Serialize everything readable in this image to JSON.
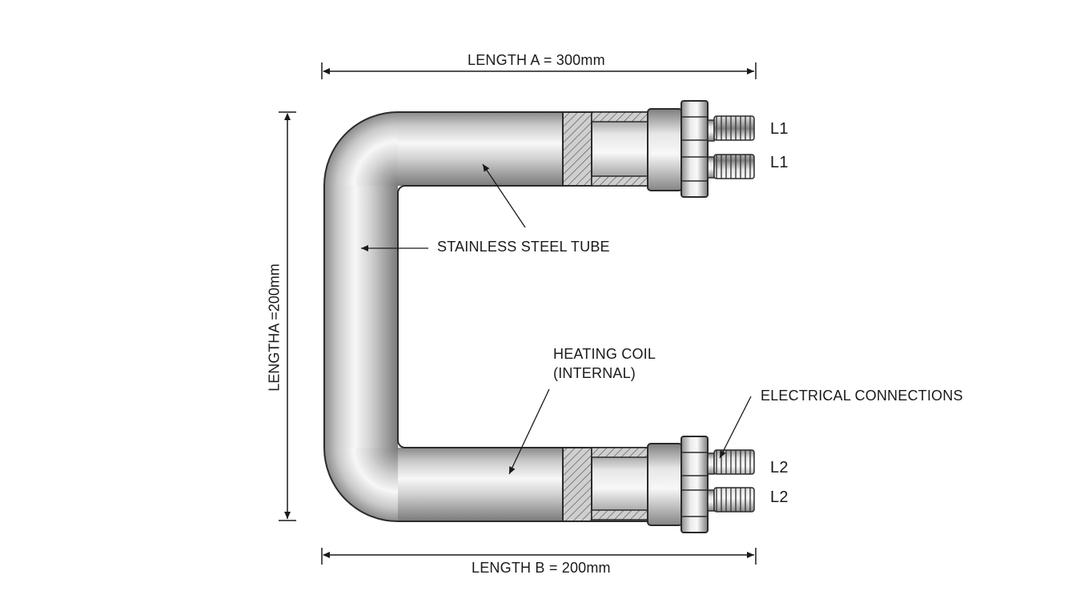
{
  "dimensions": {
    "length_a_top": "LENGTH A = 300mm",
    "length_a_side": "LENGTHA =200mm",
    "length_b_bottom": "LENGTH B = 200mm"
  },
  "callouts": {
    "tube": "STAINLESS STEEL TUBE",
    "coil_line1": "HEATING COIL",
    "coil_line2": "(INTERNAL)",
    "connections": "ELECTRICAL CONNECTIONS"
  },
  "terminals": {
    "top_1": "L1",
    "top_2": "L1",
    "bottom_1": "L2",
    "bottom_2": "L2"
  },
  "colors": {
    "steel_light": "#f4f4f4",
    "steel_mid": "#b9b9b9",
    "steel_dark": "#6e6e6e",
    "outline": "#2b2b2b"
  }
}
